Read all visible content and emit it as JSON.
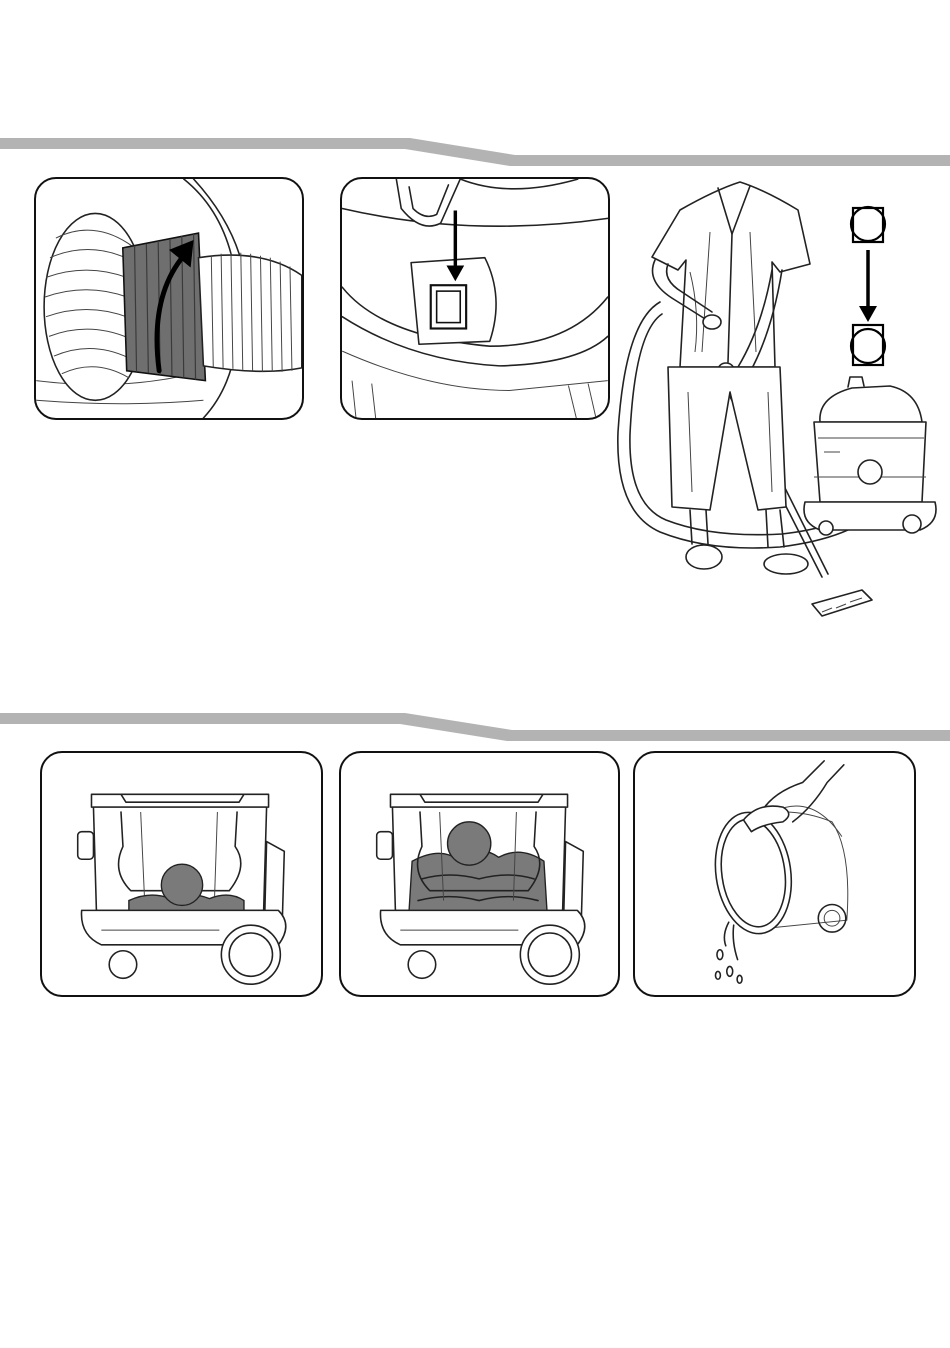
{
  "page": {
    "background": "#ffffff",
    "band_color": "#b3b3b3",
    "ink_color": "#111111",
    "water_color": "#7a7a7a"
  },
  "sections": [
    {
      "id": "assembly",
      "illustrations": [
        {
          "id": "hose-connect",
          "icon": "rotate-arrow-icon"
        },
        {
          "id": "power-switch",
          "icon": "press-down-arrow-icon"
        },
        {
          "id": "wet-vacuuming",
          "icon": "switch-off-to-on-icon"
        }
      ]
    },
    {
      "id": "emptying",
      "illustrations": [
        {
          "id": "tank-low-water",
          "fill_level": 0.3
        },
        {
          "id": "tank-full-water",
          "fill_level": 0.85
        },
        {
          "id": "tank-pouring",
          "icon": "pour-water-icon"
        }
      ]
    }
  ]
}
